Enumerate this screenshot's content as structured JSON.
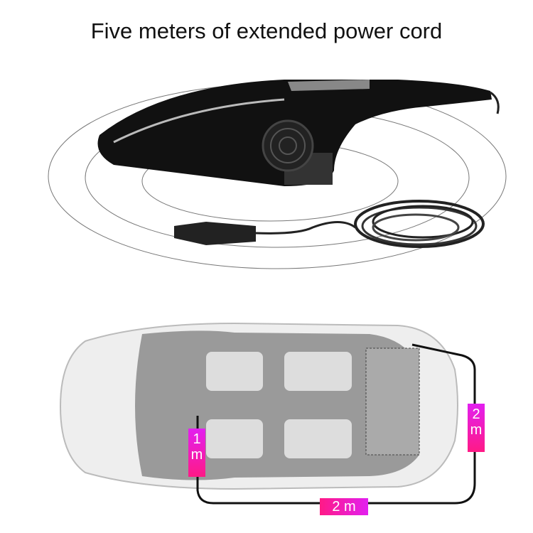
{
  "title": "Five meters of extended power cord",
  "labels": {
    "front_num": "1",
    "front_unit": "m",
    "side_num": "2",
    "side_unit": "m",
    "bottom": "2 m"
  },
  "colors": {
    "label_pink": "#ff1a86",
    "label_magenta": "#e21ff0",
    "cord": "#111111"
  }
}
